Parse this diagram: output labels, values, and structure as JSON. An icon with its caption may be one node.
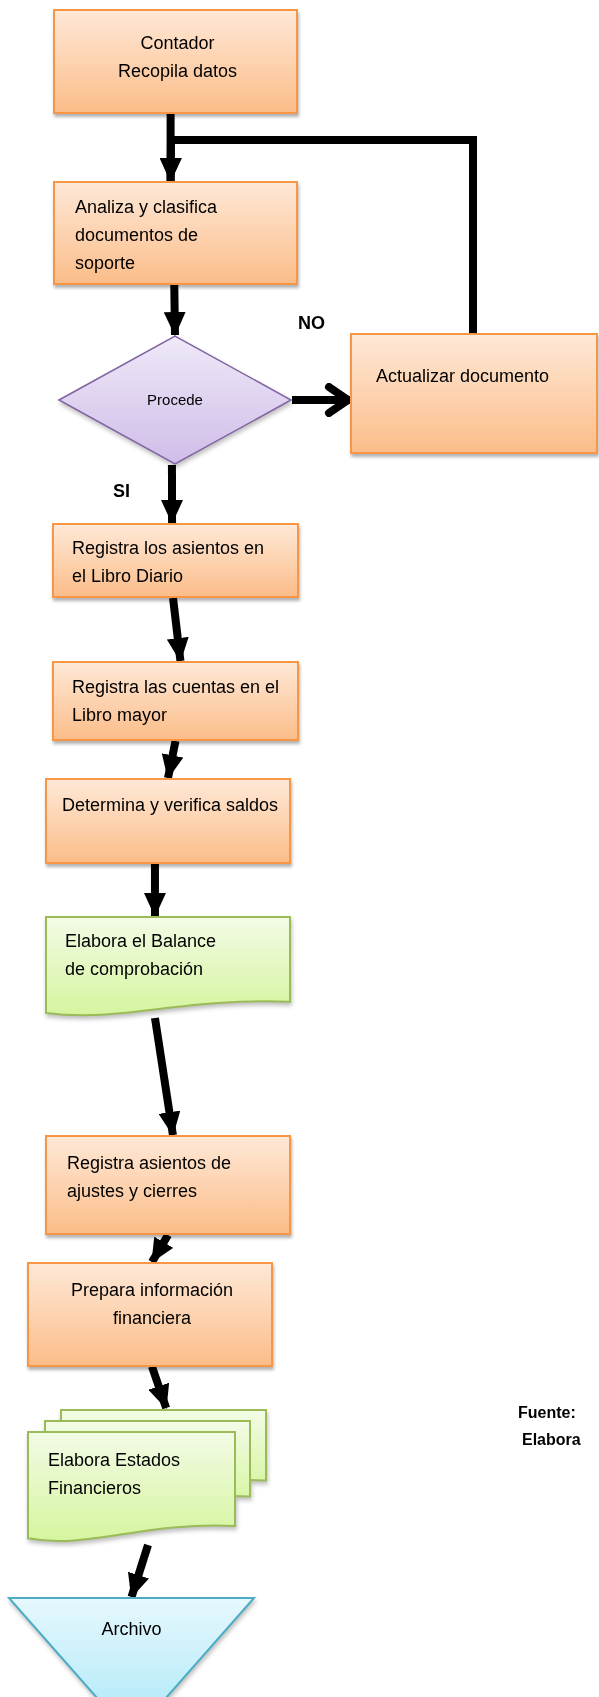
{
  "diagram": {
    "nodes": [
      {
        "text": [
          "Contador",
          "Recopila datos"
        ]
      },
      {
        "text": [
          "Analiza y clasifica documentos de soporte"
        ]
      },
      {
        "text": [
          "Procede"
        ]
      },
      {
        "text": [
          "Actualizar documento"
        ]
      },
      {
        "text": [
          "Registra los asientos en el Libro Diario"
        ]
      },
      {
        "text": [
          "Registra las cuentas en el Libro mayor"
        ]
      },
      {
        "text": [
          "Determina y verifica saldos"
        ]
      },
      {
        "text": [
          "Elabora el Balance de comprobación"
        ]
      },
      {
        "text": [
          "Registra asientos de ajustes y cierres"
        ]
      },
      {
        "text": [
          "Prepara información financiera"
        ]
      },
      {
        "text": [
          "Elabora Estados Financieros"
        ]
      },
      {
        "text": [
          "Archivo"
        ]
      }
    ],
    "edges": [
      {
        "from": 0,
        "to": 1,
        "arrow": "to"
      },
      {
        "from": 3,
        "to": 1,
        "arrow": "to"
      },
      {
        "from": 1,
        "to": 2,
        "arrow": "to"
      },
      {
        "from": 2,
        "to": 3,
        "arrow": "to",
        "label": "NO"
      },
      {
        "from": 2,
        "to": 4,
        "arrow": "to",
        "label": "SI"
      },
      {
        "from": 4,
        "to": 5,
        "arrow": "to"
      },
      {
        "from": 5,
        "to": 6,
        "arrow": "to"
      },
      {
        "from": 6,
        "to": 7,
        "arrow": "to"
      },
      {
        "from": 7,
        "to": 8,
        "arrow": "to"
      },
      {
        "from": 8,
        "to": 9,
        "arrow": "to"
      },
      {
        "from": 9,
        "to": 10,
        "arrow": "to"
      },
      {
        "from": 10,
        "to": 11,
        "arrow": "to"
      }
    ],
    "labels": [
      "Fuente:",
      "Elabora"
    ]
  }
}
